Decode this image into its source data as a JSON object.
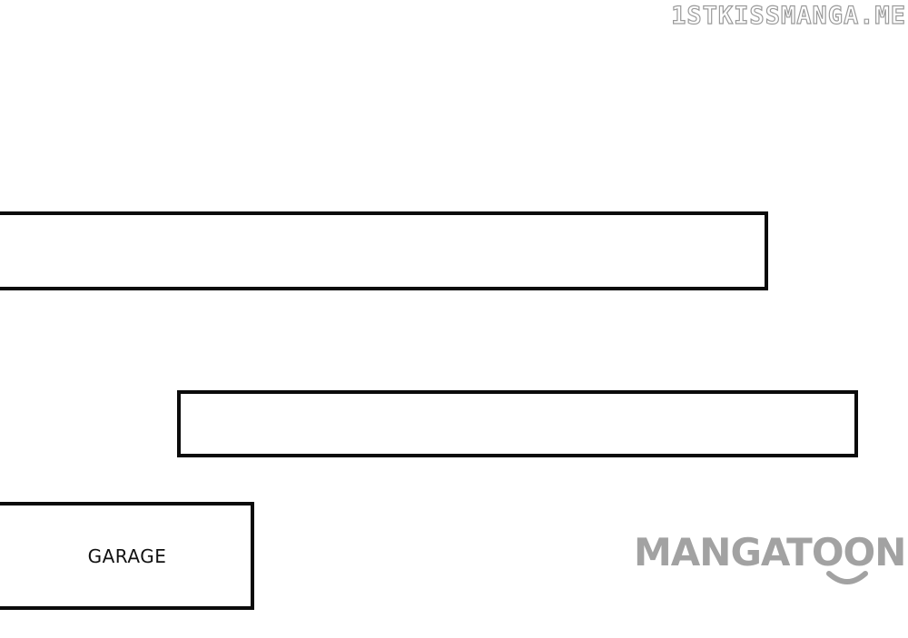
{
  "watermark": {
    "site": "1STKISSMANGA.ME"
  },
  "panels": [
    {
      "text": ""
    },
    {
      "text": ""
    },
    {
      "text": "GARAGE"
    }
  ],
  "brand": {
    "name": "MANGATOON",
    "color": "#a2a2a2"
  }
}
